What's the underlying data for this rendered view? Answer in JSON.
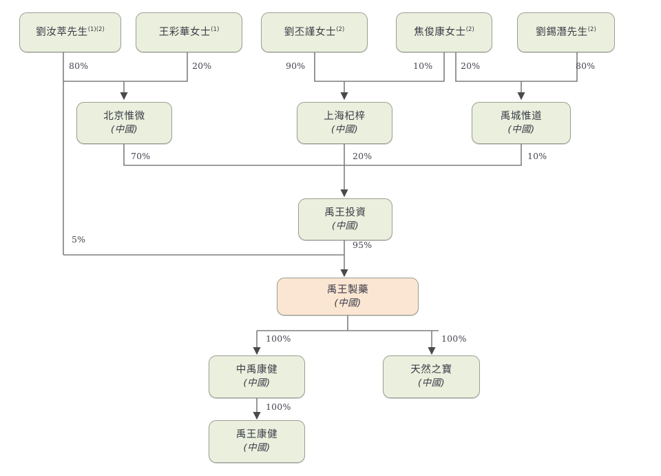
{
  "diagram": {
    "title": "Shareholding / Corporate Structure Chart",
    "type": "org-ownership-tree",
    "colors": {
      "node_fill": "#eaf0dd",
      "node_highlight_fill": "#fae6d2",
      "node_border": "#9a9c90",
      "edge": "#7d7d7d",
      "text": "#3b3b48"
    },
    "jurisdiction_label": "(中國)"
  },
  "nodes": {
    "liu_ruzhen": {
      "name": "劉汝萃先生",
      "sup": "(1)(2)",
      "juris": ""
    },
    "wang_caihua": {
      "name": "王彩華女士",
      "sup": "(1)",
      "juris": ""
    },
    "liu_pijin": {
      "name": "劉丕謹女士",
      "sup": "(2)",
      "juris": ""
    },
    "jiao_junkang": {
      "name": "焦俊康女士",
      "sup": "(2)",
      "juris": ""
    },
    "liu_xiqian": {
      "name": "劉錫潛先生",
      "sup": "(2)",
      "juris": ""
    },
    "beijing_weiwei": {
      "name": "北京惟微",
      "sup": "",
      "juris": "(中國)"
    },
    "shanghai_qizi": {
      "name": "上海杞梓",
      "sup": "",
      "juris": "(中國)"
    },
    "yucheng_weidao": {
      "name": "禹城惟道",
      "sup": "",
      "juris": "(中國)"
    },
    "yuwang_touzi": {
      "name": "禹王投資",
      "sup": "",
      "juris": "(中國)"
    },
    "yuwang_zhiyao": {
      "name": "禹王製藥",
      "sup": "",
      "juris": "(中國)"
    },
    "zhongyu_kangjian": {
      "name": "中禹康健",
      "sup": "",
      "juris": "(中國)"
    },
    "tianran_zhibao": {
      "name": "天然之寶",
      "sup": "",
      "juris": "(中國)"
    },
    "yuwang_kangjian": {
      "name": "禹王康健",
      "sup": "",
      "juris": "(中國)"
    }
  },
  "chart_data": {
    "type": "diagram",
    "edges": [
      {
        "from": "liu_ruzhen",
        "to": "beijing_weiwei",
        "pct": "80%"
      },
      {
        "from": "wang_caihua",
        "to": "beijing_weiwei",
        "pct": "20%"
      },
      {
        "from": "liu_pijin",
        "to": "shanghai_qizi",
        "pct": "90%"
      },
      {
        "from": "jiao_junkang",
        "to": "shanghai_qizi",
        "pct": "10%"
      },
      {
        "from": "jiao_junkang",
        "to": "yucheng_weidao",
        "pct": "20%"
      },
      {
        "from": "liu_xiqian",
        "to": "yucheng_weidao",
        "pct": "80%"
      },
      {
        "from": "beijing_weiwei",
        "to": "yuwang_touzi",
        "pct": "70%"
      },
      {
        "from": "shanghai_qizi",
        "to": "yuwang_touzi",
        "pct": "20%"
      },
      {
        "from": "yucheng_weidao",
        "to": "yuwang_touzi",
        "pct": "10%"
      },
      {
        "from": "liu_ruzhen",
        "to": "yuwang_zhiyao",
        "pct": "5%"
      },
      {
        "from": "yuwang_touzi",
        "to": "yuwang_zhiyao",
        "pct": "95%"
      },
      {
        "from": "yuwang_zhiyao",
        "to": "zhongyu_kangjian",
        "pct": "100%"
      },
      {
        "from": "yuwang_zhiyao",
        "to": "tianran_zhibao",
        "pct": "100%"
      },
      {
        "from": "zhongyu_kangjian",
        "to": "yuwang_kangjian",
        "pct": "100%"
      }
    ],
    "labels": {
      "p80a": "80%",
      "p20a": "20%",
      "p90": "90%",
      "p10a": "10%",
      "p20b": "20%",
      "p80b": "80%",
      "p70": "70%",
      "p20c": "20%",
      "p10b": "10%",
      "p5": "5%",
      "p95": "95%",
      "p100a": "100%",
      "p100b": "100%",
      "p100c": "100%"
    }
  }
}
